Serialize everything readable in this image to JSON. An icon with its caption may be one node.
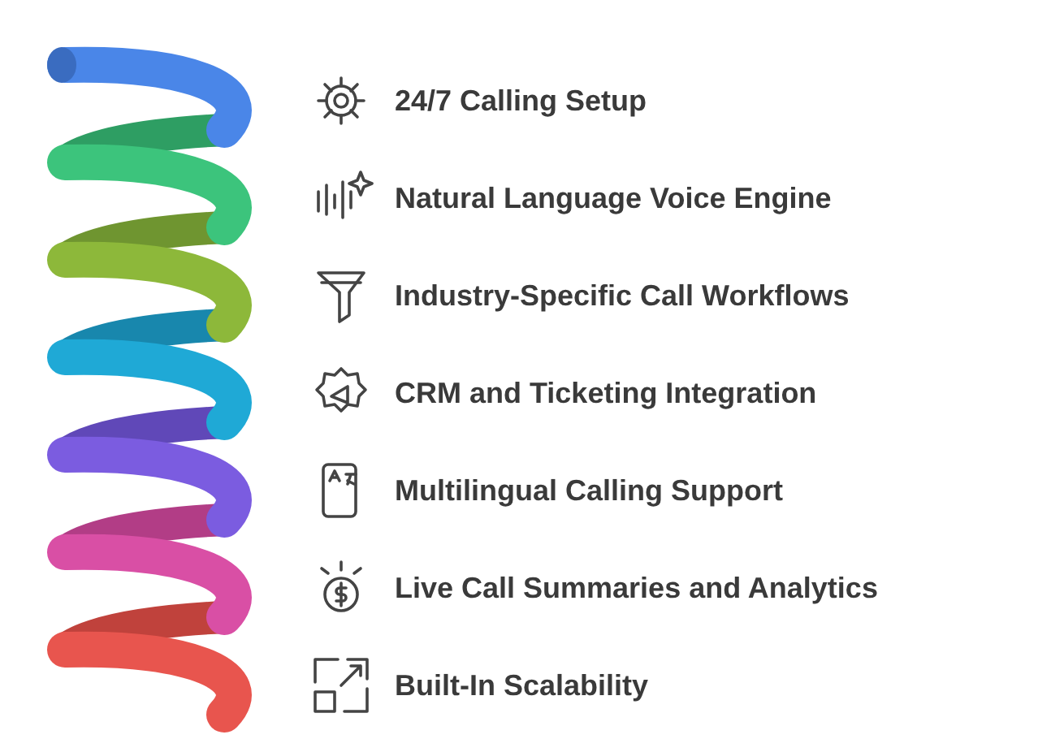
{
  "diagram": {
    "labels": [
      "24/7 Calling Setup",
      "Natural Language Voice Engine",
      "Industry-Specific Call Workflows",
      "CRM and Ticketing Integration",
      "Multilingual Calling Support",
      "Live Call Summaries and Analytics",
      "Built-In Scalability"
    ]
  }
}
